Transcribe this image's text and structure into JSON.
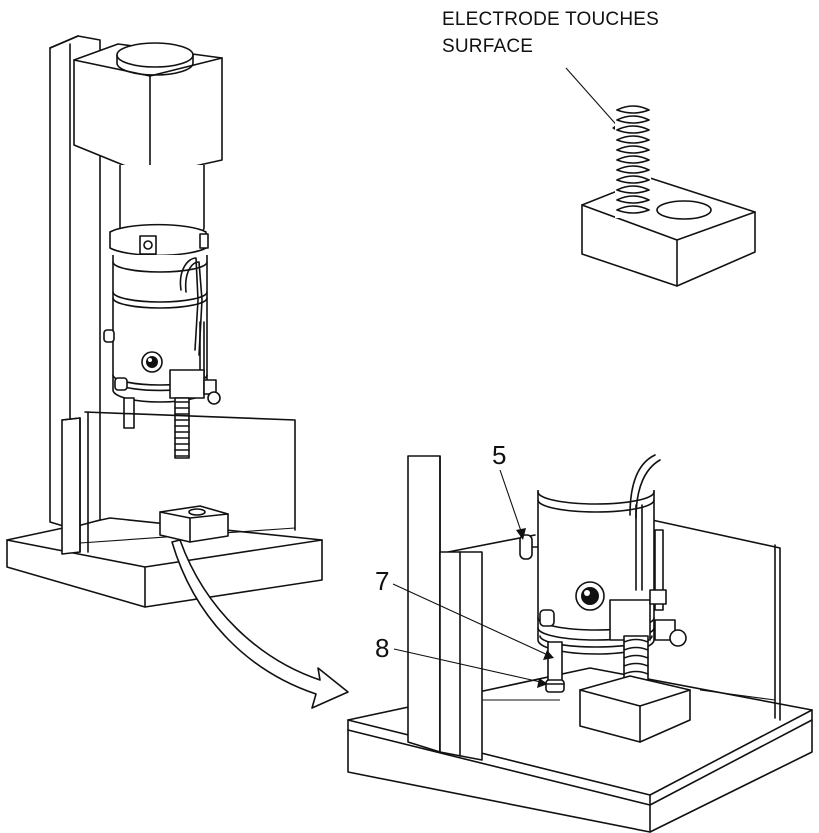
{
  "callout": {
    "line1": "ELECTRODE TOUCHES",
    "line2": "SURFACE"
  },
  "labels": {
    "part5": "5",
    "part7": "7",
    "part8": "8"
  }
}
